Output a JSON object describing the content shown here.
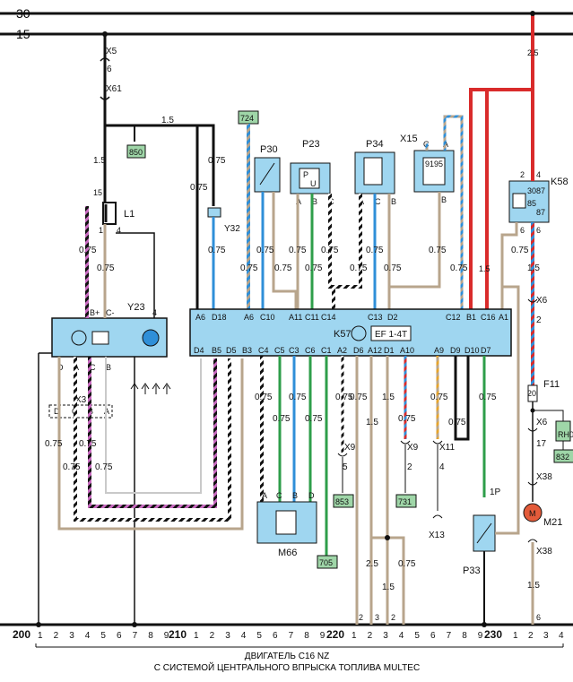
{
  "rails": {
    "top_30": "30",
    "top_15": "15"
  },
  "colors": {
    "blue": "#2f8fd8",
    "green": "#2e9e4a",
    "red": "#d92b2b",
    "brown": "#b8a58c",
    "black": "#111111",
    "box": "#9fd6f0",
    "purple": "#8a3b8f",
    "orange": "#e7a42b"
  },
  "components": {
    "k57": {
      "name": "K57",
      "unit": "EF 1-4T"
    },
    "y23": "Y23",
    "l1": "L1",
    "y32": "Y32",
    "p30": "P30",
    "p23": "P23",
    "p34": "P34",
    "x15": "X15",
    "k58": "K58",
    "m66": "M66",
    "m21": "M21",
    "p33": "P33",
    "f11": "F11"
  },
  "tags": [
    "850",
    "724",
    "853",
    "731",
    "705",
    "832"
  ],
  "k57_pins_top": [
    "A6",
    "D18",
    "A6",
    "C10",
    "A11",
    "C11",
    "C14",
    "C13",
    "D2",
    "C12",
    "B1",
    "C16",
    "A1"
  ],
  "k57_pins_bottom": [
    "D4",
    "B5",
    "D5",
    "B3",
    "C4",
    "C5",
    "C3",
    "C6",
    "C1",
    "A2",
    "D6",
    "A12",
    "D1",
    "A10",
    "A9",
    "D9",
    "D10",
    "D7"
  ],
  "connectors": [
    "X5",
    "X61",
    "X3",
    "X9",
    "X11",
    "X13",
    "X6",
    "X38"
  ],
  "wire_sizes": [
    "1.5",
    "0.75",
    "2.5"
  ],
  "ruler": {
    "major": [
      "200",
      "210",
      "220",
      "230"
    ],
    "minor": [
      "1",
      "2",
      "3",
      "4",
      "5",
      "6",
      "7",
      "8",
      "9"
    ]
  },
  "caption": {
    "line1": "ДВИГАТЕЛЬ C16 NZ",
    "line2": "С СИСТЕМОЙ ЦЕНТРАЛЬНОГО ВПРЫСКА ТОПЛИВА MULTEC"
  }
}
